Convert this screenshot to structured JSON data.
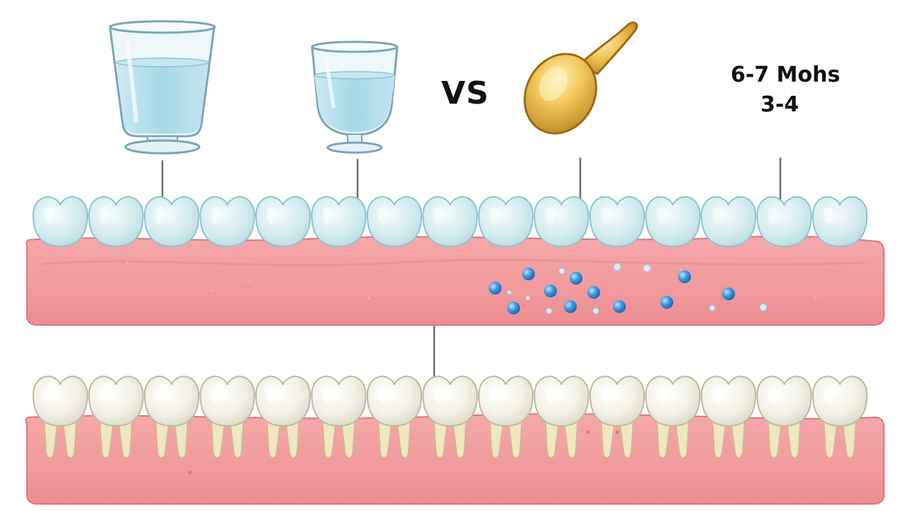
{
  "labels": {
    "vs": "VS",
    "hardness_line_1": "6-7 Mohs",
    "hardness_line_2": "3-4"
  },
  "icons": {
    "glass_left": "tall-water-glass-icon",
    "glass_middle": "goblet-water-glass-icon",
    "spoon": "golden-spoon-icon"
  },
  "colors": {
    "gum": "#f29a9c",
    "gum_dark": "#e98a8d",
    "ceramic_tooth": "#d9eff1",
    "natural_tooth": "#f5f3ea",
    "root": "#efe6c2",
    "water": "#a9d9e8",
    "gold": "#e0b14a",
    "particle": "#2f8fd8",
    "line": "#6e6e6e",
    "text": "#111111"
  },
  "upper_row": {
    "tooth_count": 15
  },
  "lower_row": {
    "tooth_count": 15
  }
}
